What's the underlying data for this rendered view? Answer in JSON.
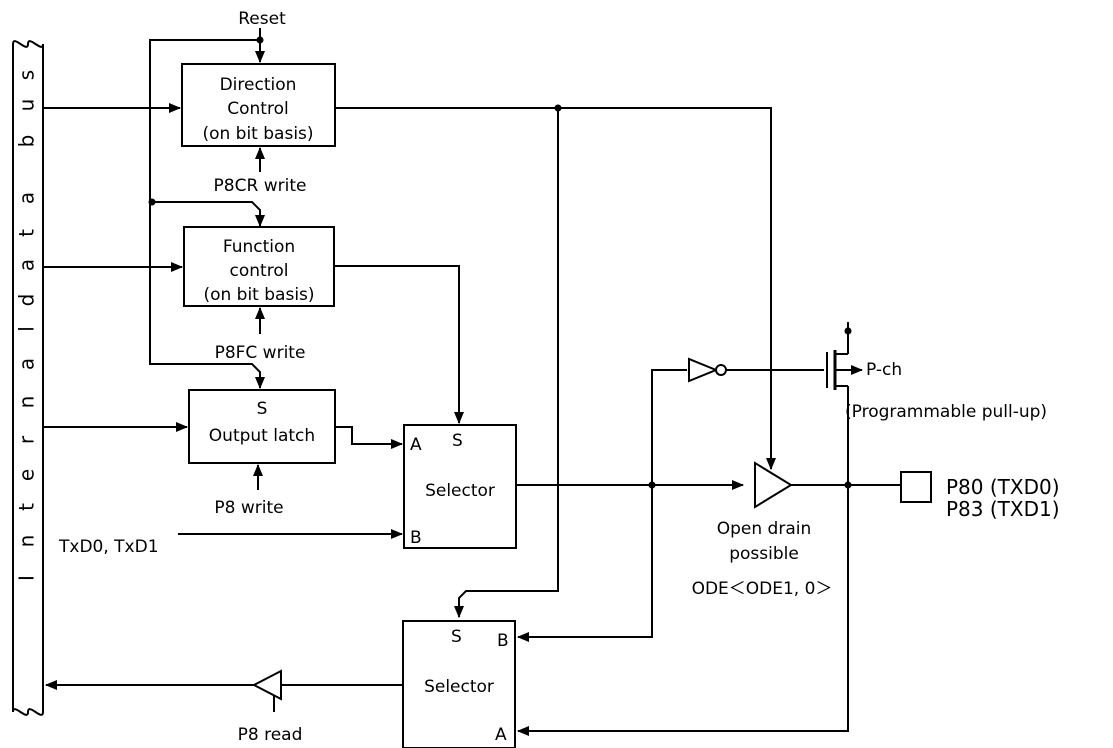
{
  "bus": {
    "letters": [
      "I",
      "n",
      "t",
      "e",
      "r",
      "n",
      "a",
      "l",
      "d",
      "a",
      "t",
      "a",
      "b",
      "u",
      "s"
    ]
  },
  "direction_control": {
    "line1": "Direction",
    "line2": "Control",
    "line3": "(on bit basis)"
  },
  "function_control": {
    "line1": "Function",
    "line2": "control",
    "line3": "(on bit basis)"
  },
  "output_latch": {
    "line1": "S",
    "line2": "Output latch"
  },
  "selector_out": {
    "label": "Selector",
    "port_a": "A",
    "port_s": "S",
    "port_b": "B"
  },
  "selector_in": {
    "label": "Selector",
    "port_s": "S",
    "port_b": "B",
    "port_a": "A"
  },
  "signals": {
    "reset": "Reset",
    "p8cr_write": "P8CR write",
    "p8fc_write": "P8FC write",
    "p8_write": "P8 write",
    "txd": "TxD0, TxD1",
    "p8_read": "P8 read",
    "pch": "P-ch",
    "pullup": "(Programmable pull-up)",
    "open_drain_1": "Open drain",
    "open_drain_2": "possible",
    "ode": "ODE＜ODE1, 0＞",
    "pin1": "P80 (TXD0)",
    "pin2": "P83 (TXD1)"
  }
}
